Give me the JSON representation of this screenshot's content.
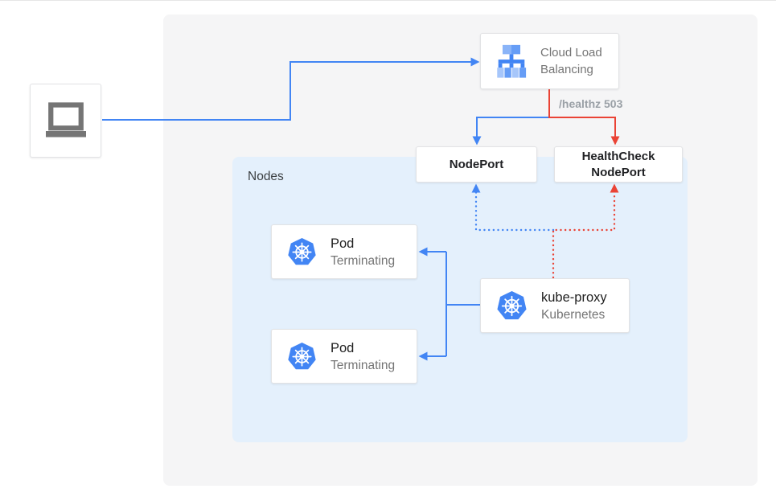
{
  "colors": {
    "traffic_blue": "#4285f4",
    "error_red": "#ea4335",
    "panel_gray": "#f5f5f6",
    "nodes_group_blue": "#e4f0fc",
    "text_dark": "#212121",
    "text_gray": "#757575",
    "annotation_gray": "#9aa0a6",
    "icon_blue_light": "#8ab4f8",
    "icon_blue_mid": "#669df6"
  },
  "diagram": {
    "client": {
      "icon": "laptop-icon"
    },
    "cloud_load_balancing": {
      "label": "Cloud Load Balancing",
      "icon": "load-balancer-icon"
    },
    "health_check_annotation": "/healthz 503",
    "nodeport": {
      "label": "NodePort"
    },
    "healthcheck_nodeport": {
      "label": "HealthCheck NodePort"
    },
    "nodes_group": {
      "label": "Nodes"
    },
    "pods": [
      {
        "title": "Pod",
        "status": "Terminating",
        "icon": "kubernetes-icon"
      },
      {
        "title": "Pod",
        "status": "Terminating",
        "icon": "kubernetes-icon"
      }
    ],
    "kube_proxy": {
      "title": "kube-proxy",
      "subtitle": "Kubernetes",
      "icon": "kubernetes-icon"
    }
  }
}
